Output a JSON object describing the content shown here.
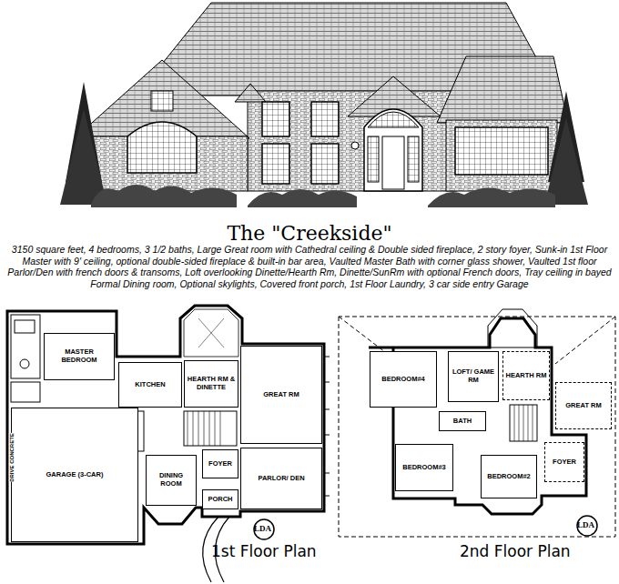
{
  "diagram": {
    "title": "The \"Creekside\"",
    "caption": "3150 square feet, 4 bedrooms, 3 1/2 baths, Large Great room with Cathedral ceiling & Double sided fireplace, 2 story foyer, Sunk-in 1st Floor Master with 9' ceiling, optional double-sided fireplace & built-in bar area, Vaulted Master Bath with corner glass shower, Vaulted 1st floor Parlor/Den with french doors & transoms, Loft overlooking Dinette/Hearth Rm, Dinette/SunRm with optional French doors, Tray ceiling in bayed Formal Dining room, Optional skylights, Covered front porch, 1st Floor Laundry, 3 car side entry Garage",
    "nodes": [
      {
        "text": [
          "MASTER BEDROOM"
        ]
      },
      {
        "text": [
          "HEARTH RM & DINETTE"
        ]
      },
      {
        "text": [
          "KITCHEN"
        ]
      },
      {
        "text": [
          "GREAT RM"
        ]
      },
      {
        "text": [
          "DINING ROOM"
        ]
      },
      {
        "text": [
          "FOYER"
        ]
      },
      {
        "text": [
          "PARLOR/ DEN"
        ]
      },
      {
        "text": [
          "GARAGE (3-CAR)"
        ]
      },
      {
        "text": [
          "PORCH"
        ]
      },
      {
        "text": [
          "BEDROOM#4"
        ]
      },
      {
        "text": [
          "LOFT/ GAME RM"
        ]
      },
      {
        "text": [
          "HEARTH RM"
        ]
      },
      {
        "text": [
          "GREAT RM"
        ]
      },
      {
        "text": [
          "BATH"
        ]
      },
      {
        "text": [
          "BEDROOM#3"
        ]
      },
      {
        "text": [
          "BEDROOM#2"
        ]
      },
      {
        "text": [
          "FOYER"
        ]
      }
    ],
    "labels": [
      "1st Floor Plan",
      "2nd Floor Plan",
      "LDA",
      "LDA",
      "DRIVE CONCRETE"
    ]
  }
}
